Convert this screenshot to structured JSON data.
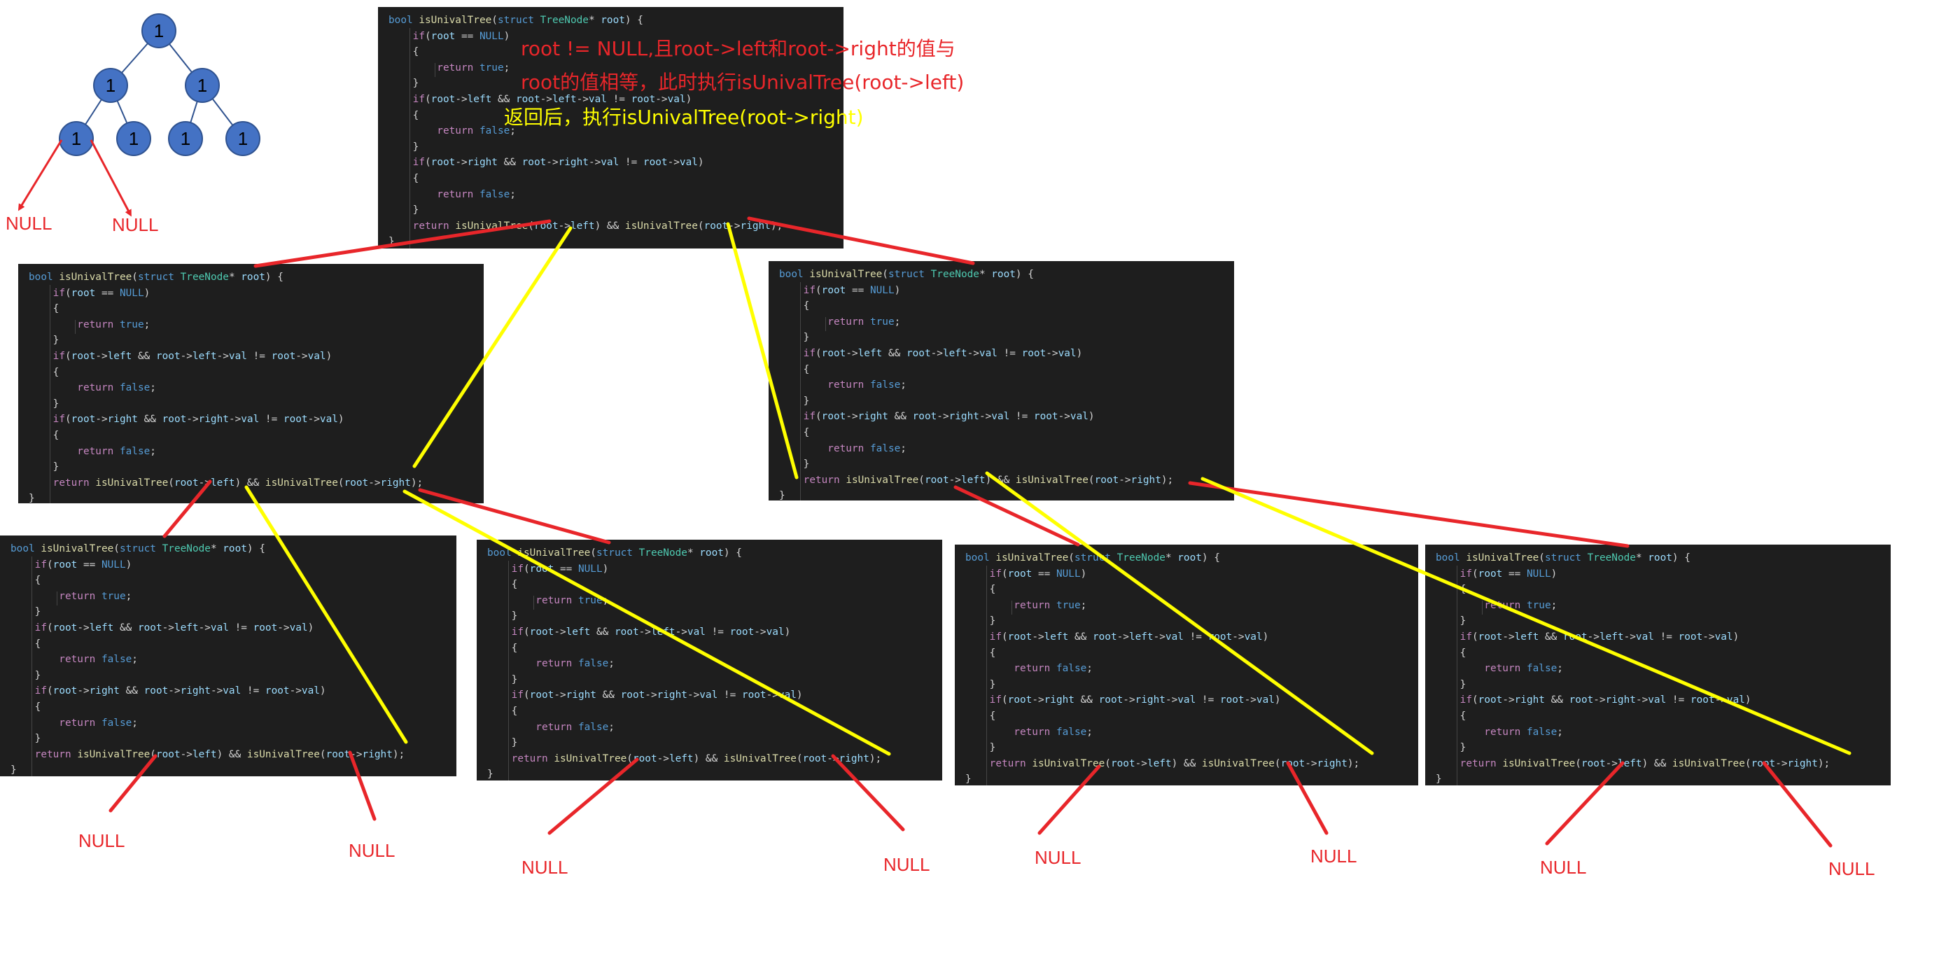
{
  "colors": {
    "node_fill": "#4472c4",
    "node_stroke": "#2f528f",
    "red": "#e8262a",
    "yellow": "#ffff00",
    "code_bg": "#1e1e1e"
  },
  "tree": {
    "node_value": "1"
  },
  "null_text": "NULL",
  "annotations": [
    "root != NULL,且root->left和root->right的值与",
    "root的值相等，此时执行isUnivalTree(root->left)",
    "返回后，执行isUnivalTree(root->right)"
  ],
  "code_lines": [
    [
      [
        "kw",
        "bool "
      ],
      [
        "fn",
        "isUnivalTree"
      ],
      [
        "pl",
        "("
      ],
      [
        "kw",
        "struct "
      ],
      [
        "ty",
        "TreeNode"
      ],
      [
        "pl",
        "* "
      ],
      [
        "vr",
        "root"
      ],
      [
        "pl",
        ") {"
      ]
    ],
    [
      [
        "ctl",
        "    if"
      ],
      [
        "pl",
        "("
      ],
      [
        "vr",
        "root"
      ],
      [
        "pl",
        " == "
      ],
      [
        "kw",
        "NULL"
      ],
      [
        "pl",
        ")"
      ]
    ],
    [
      [
        "pl",
        "    {"
      ]
    ],
    [
      [
        "ctl",
        "        return "
      ],
      [
        "kw",
        "true"
      ],
      [
        "pl",
        ";"
      ]
    ],
    [
      [
        "pl",
        "    }"
      ]
    ],
    [
      [
        "ctl",
        "    if"
      ],
      [
        "pl",
        "("
      ],
      [
        "vr",
        "root"
      ],
      [
        "pl",
        "->"
      ],
      [
        "vr",
        "left"
      ],
      [
        "pl",
        " && "
      ],
      [
        "vr",
        "root"
      ],
      [
        "pl",
        "->"
      ],
      [
        "vr",
        "left"
      ],
      [
        "pl",
        "->"
      ],
      [
        "vr",
        "val"
      ],
      [
        "pl",
        " != "
      ],
      [
        "vr",
        "root"
      ],
      [
        "pl",
        "->"
      ],
      [
        "vr",
        "val"
      ],
      [
        "pl",
        ")"
      ]
    ],
    [
      [
        "pl",
        "    {"
      ]
    ],
    [
      [
        "ctl",
        "        return "
      ],
      [
        "kw",
        "false"
      ],
      [
        "pl",
        ";"
      ]
    ],
    [
      [
        "pl",
        "    }"
      ]
    ],
    [
      [
        "ctl",
        "    if"
      ],
      [
        "pl",
        "("
      ],
      [
        "vr",
        "root"
      ],
      [
        "pl",
        "->"
      ],
      [
        "vr",
        "right"
      ],
      [
        "pl",
        " && "
      ],
      [
        "vr",
        "root"
      ],
      [
        "pl",
        "->"
      ],
      [
        "vr",
        "right"
      ],
      [
        "pl",
        "->"
      ],
      [
        "vr",
        "val"
      ],
      [
        "pl",
        " != "
      ],
      [
        "vr",
        "root"
      ],
      [
        "pl",
        "->"
      ],
      [
        "vr",
        "val"
      ],
      [
        "pl",
        ")"
      ]
    ],
    [
      [
        "pl",
        "    {"
      ]
    ],
    [
      [
        "ctl",
        "        return "
      ],
      [
        "kw",
        "false"
      ],
      [
        "pl",
        ";"
      ]
    ],
    [
      [
        "pl",
        "    }"
      ]
    ],
    [
      [
        "ctl",
        "    return "
      ],
      [
        "fn",
        "isUnivalTree"
      ],
      [
        "pl",
        "("
      ],
      [
        "vr",
        "root"
      ],
      [
        "pl",
        "->"
      ],
      [
        "vr",
        "left"
      ],
      [
        "pl",
        ") && "
      ],
      [
        "fn",
        "isUnivalTree"
      ],
      [
        "pl",
        "("
      ],
      [
        "vr",
        "root"
      ],
      [
        "pl",
        "->"
      ],
      [
        "vr",
        "right"
      ],
      [
        "pl",
        ");"
      ]
    ],
    [
      [
        "pl",
        "}"
      ]
    ]
  ]
}
